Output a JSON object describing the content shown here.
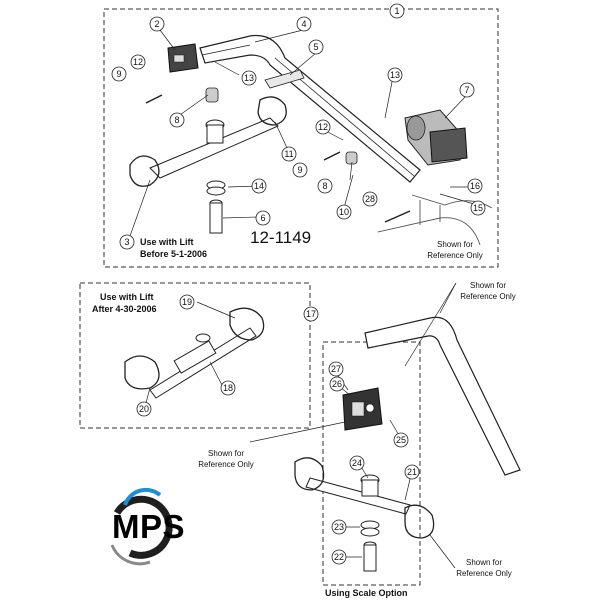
{
  "diagram": {
    "part_number": "12-1149",
    "group_labels": {
      "top_line1": "Use with Lift",
      "top_line2": "Before 5-1-2006",
      "middle_line1": "Use with Lift",
      "middle_line2": "After 4-30-2006",
      "bottom": "Using Scale Option"
    },
    "reference_note": {
      "line1": "Shown for",
      "line2": "Reference Only"
    },
    "callouts": [
      "1",
      "2",
      "3",
      "4",
      "5",
      "6",
      "7",
      "8",
      "8",
      "9",
      "9",
      "10",
      "11",
      "12",
      "12",
      "13",
      "13",
      "14",
      "15",
      "16",
      "17",
      "18",
      "19",
      "20",
      "21",
      "22",
      "23",
      "24",
      "25",
      "26",
      "27",
      "28"
    ]
  },
  "logo": {
    "text": "MPS",
    "colors": {
      "blue": "#1e8fd6",
      "gray": "#8a8a8a",
      "dark": "#1f1f1f"
    }
  }
}
